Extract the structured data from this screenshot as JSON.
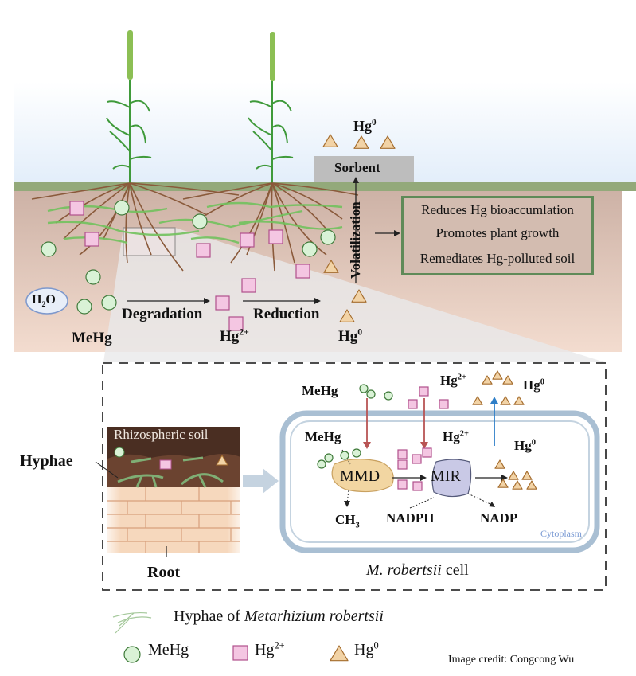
{
  "top_scene": {
    "sorbent_label": "Sorbent",
    "hg0_above_sorbent": {
      "base": "Hg",
      "sup": "0"
    },
    "volatilization_label": "Volatilization",
    "h2o": {
      "base": "H",
      "sub": "2",
      "tail": "O"
    },
    "process": {
      "degradation_label": "Degradation",
      "reduction_label": "Reduction",
      "species": [
        {
          "base": "MeHg",
          "sup": ""
        },
        {
          "base": "Hg",
          "sup": "2+"
        },
        {
          "base": "Hg",
          "sup": "0"
        }
      ]
    },
    "benefits": [
      "Reduces Hg bioaccumlation",
      "Promotes plant growth",
      "Remediates Hg-polluted soil"
    ]
  },
  "detail_panel": {
    "hyphae_label": "Hyphae",
    "rhizospheric_soil_label": "Rhizospheric soil",
    "root_label": "Root",
    "outside_cell": {
      "mehg": "MeHg",
      "hg2": {
        "base": "Hg",
        "sup": "2+"
      },
      "hg0": {
        "base": "Hg",
        "sup": "0"
      }
    },
    "inside_cell": {
      "mehg": "MeHg",
      "hg2": {
        "base": "Hg",
        "sup": "2+"
      },
      "hg0": {
        "base": "Hg",
        "sup": "0"
      },
      "mmd_label": "MMD",
      "mir_label": "MIR",
      "ch3": {
        "base": "CH",
        "sub": "3"
      },
      "nadph_label": "NADPH",
      "nadp_label": "NADP",
      "cytoplasm_label": "Cytoplasm"
    },
    "cell_caption": {
      "italic": "M. robertsii",
      "rest": " cell"
    }
  },
  "legend": {
    "hyphae": {
      "prefix": "Hyphae of ",
      "italic": "Metarhizium robertsii"
    },
    "items": [
      {
        "shape": "circle",
        "label": "MeHg",
        "sup": ""
      },
      {
        "shape": "square",
        "label": "Hg",
        "sup": "2+"
      },
      {
        "shape": "triangle",
        "label": "Hg",
        "sup": "0"
      }
    ]
  },
  "credit": "Image credit: Congcong Wu",
  "colors": {
    "mehg_fill": "#d9f2d6",
    "mehg_stroke": "#3f7a3a",
    "hg2_fill": "#f4c6e2",
    "hg2_stroke": "#b0508c",
    "hg0_fill": "#f2d3a6",
    "hg0_stroke": "#a56d2e",
    "root": "#8a5a3b",
    "hyphae": "#6fbf5c",
    "grass": "#8fa876",
    "soil": "#d6bcad",
    "sorbent": "#bdbdbd",
    "benefit_border": "#5f8a58",
    "cell_membrane": "#a9bfd3",
    "mmd_fill": "#f2d6a2",
    "mir_fill": "#c9c9e6",
    "arrow_in": "#b85454",
    "arrow_out": "#2f7fc8",
    "cytoplasm_text": "#7b9bd4",
    "rhizo_soil": "#4a2e22"
  }
}
